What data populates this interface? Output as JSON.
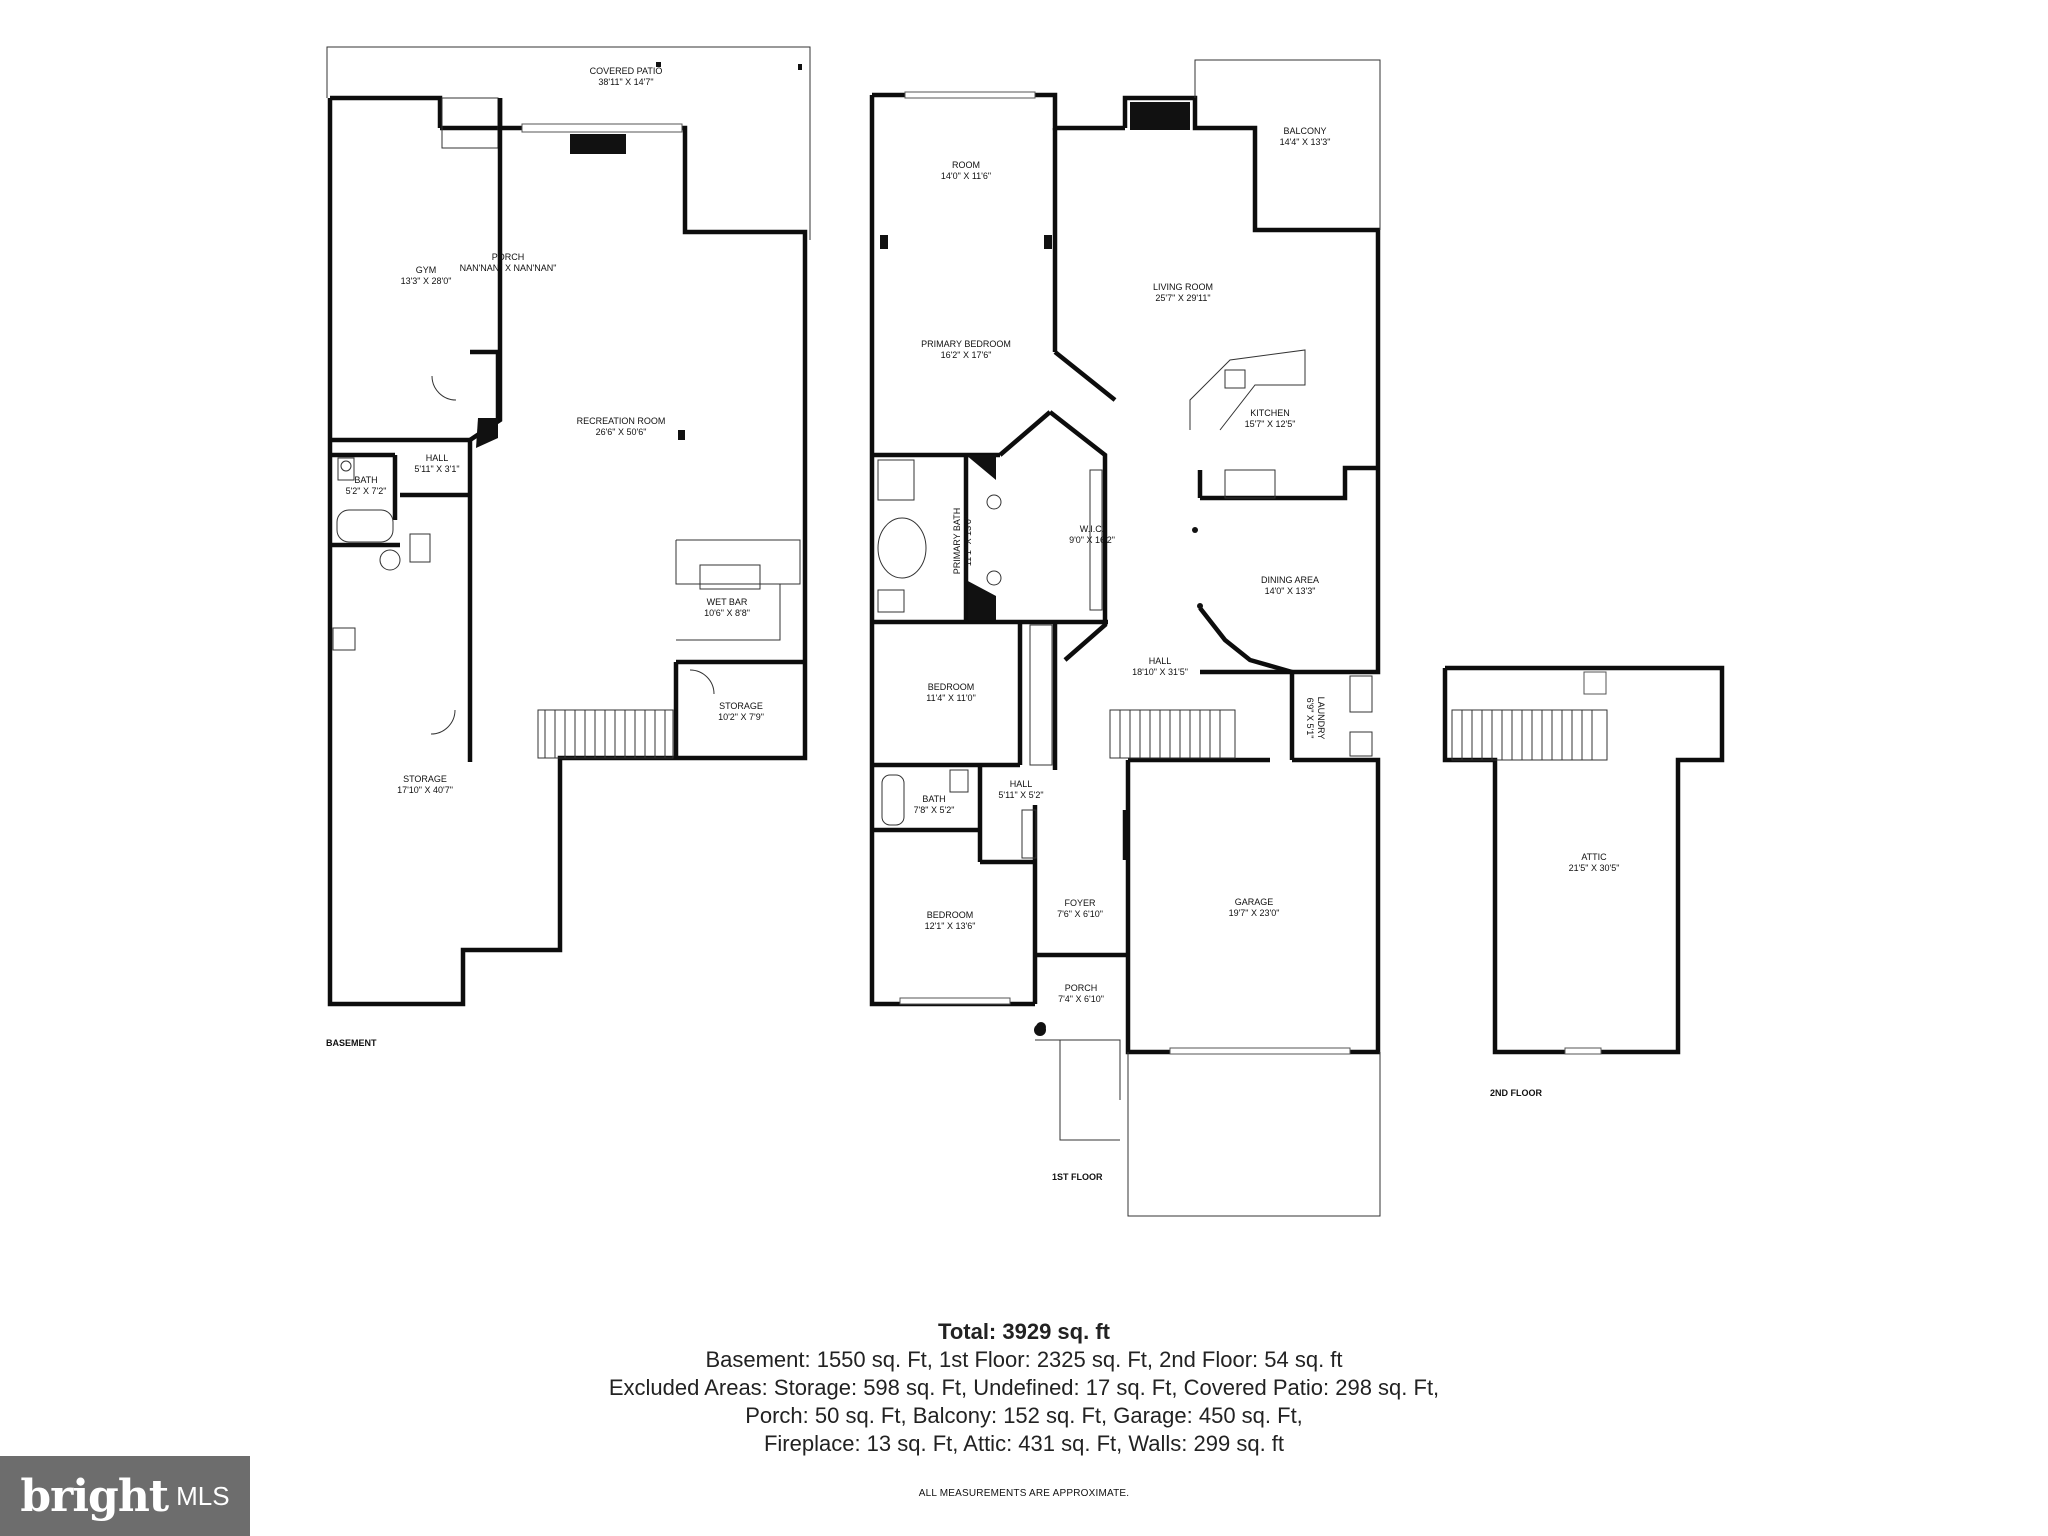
{
  "plans": {
    "basement": {
      "label": "BASEMENT",
      "rooms": [
        {
          "name": "COVERED PATIO",
          "dim": "38'11\" X 14'7\""
        },
        {
          "name": "GYM",
          "dim": "13'3\" X 28'0\""
        },
        {
          "name": "PORCH",
          "dim": "NAN'NAN\" X NAN'NAN\""
        },
        {
          "name": "RECREATION ROOM",
          "dim": "26'6\" X 50'6\""
        },
        {
          "name": "HALL",
          "dim": "5'11\" X 3'1\""
        },
        {
          "name": "BATH",
          "dim": "5'2\" X 7'2\""
        },
        {
          "name": "WET BAR",
          "dim": "10'6\" X 8'8\""
        },
        {
          "name": "STORAGE",
          "dim": "10'2\" X 7'9\""
        },
        {
          "name": "STORAGE",
          "dim": "17'10\" X 40'7\""
        }
      ]
    },
    "first": {
      "label": "1ST FLOOR",
      "rooms": [
        {
          "name": "ROOM",
          "dim": "14'0\" X 11'6\""
        },
        {
          "name": "BALCONY",
          "dim": "14'4\" X 13'3\""
        },
        {
          "name": "LIVING ROOM",
          "dim": "25'7\" X 29'11\""
        },
        {
          "name": "PRIMARY BEDROOM",
          "dim": "16'2\" X 17'6\""
        },
        {
          "name": "KITCHEN",
          "dim": "15'7\" X 12'5\""
        },
        {
          "name": "W.I.C.",
          "dim": "9'0\" X 16'2\""
        },
        {
          "name": "PRIMARY BATH",
          "dim": "11'1\" X 13'0\""
        },
        {
          "name": "DINING AREA",
          "dim": "14'0\" X 13'3\""
        },
        {
          "name": "HALL",
          "dim": "18'10\" X 31'5\""
        },
        {
          "name": "BEDROOM",
          "dim": "11'4\" X 11'0\""
        },
        {
          "name": "LAUNDRY",
          "dim": "6'9\" X 5'1\""
        },
        {
          "name": "BATH",
          "dim": "7'8\" X 5'2\""
        },
        {
          "name": "HALL",
          "dim": "5'11\" X 5'2\""
        },
        {
          "name": "FOYER",
          "dim": "7'6\" X 6'10\""
        },
        {
          "name": "GARAGE",
          "dim": "19'7\" X 23'0\""
        },
        {
          "name": "BEDROOM",
          "dim": "12'1\" X 13'6\""
        },
        {
          "name": "PORCH",
          "dim": "7'4\" X 6'10\""
        }
      ]
    },
    "second": {
      "label": "2ND FLOOR",
      "rooms": [
        {
          "name": "ATTIC",
          "dim": "21'5\" X 30'5\""
        }
      ]
    }
  },
  "summary": {
    "total": "Total: 3929 sq. ft",
    "line1": "Basement: 1550 sq. Ft, 1st Floor: 2325 sq. Ft, 2nd Floor: 54 sq. ft",
    "line2": "Excluded Areas: Storage: 598 sq. Ft, Undefined: 17 sq. Ft, Covered Patio: 298 sq. Ft,",
    "line3": "Porch: 50 sq. Ft, Balcony: 152 sq. Ft, Garage: 450 sq. Ft,",
    "line4": "Fireplace: 13 sq. Ft, Attic: 431 sq. Ft, Walls: 299 sq. ft",
    "disclaimer": "ALL MEASUREMENTS ARE APPROXIMATE."
  },
  "brand": {
    "logo_text": "bright",
    "logo_suffix": "MLS",
    "bg_color": "#6d6d6d"
  }
}
